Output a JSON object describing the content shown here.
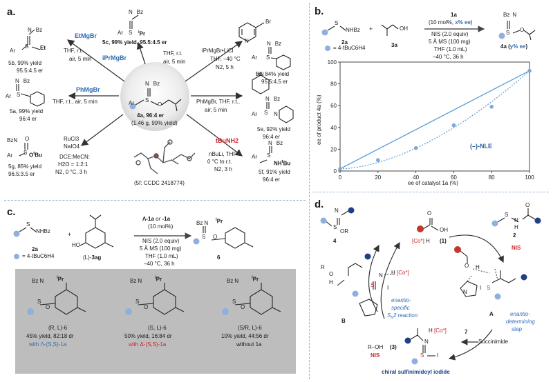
{
  "panels": {
    "a": "a.",
    "b": "b.",
    "c": "c.",
    "d": "d."
  },
  "panel_a": {
    "center_compound": "4a, 96:4 er",
    "center_yield": "(1.46 g, 99% yield)",
    "crystal_label": "(5f: CCDC 2418774)",
    "r5b": {
      "reagent": "EtMgBr",
      "cond1": "THF, r.t.",
      "cond2": "air, 5 min",
      "label": "5b, 99% yield",
      "er": "95.5:4.5 er"
    },
    "r5c": {
      "reagent": "iPrMgBr",
      "cond1": "THF, r.t.",
      "cond2": "air, 5 min",
      "label": "5c, 99% yield, 95.5:4.5 er"
    },
    "r5d": {
      "reagent": "iPrMgBr•LiCl",
      "cond1": "THF, –40 °C",
      "cond2": "N2, 5 h",
      "label": "5d, 84% yield",
      "er": "95.5:4.5 er"
    },
    "r5a": {
      "reagent": "PhMgBr",
      "cond1": "THF, r.t., air, 5 min",
      "label": "5a, 99% yield",
      "er": "96:4 er"
    },
    "r5e": {
      "reagent": "PhMgBr, THF, r.t.,",
      "cond2": "air, 5 min",
      "label": "5e, 92% yield",
      "er": "96:4 er"
    },
    "r5g": {
      "reagent1": "RuCl3",
      "reagent2": "NaIO4",
      "cond1": "DCE:MeCN:",
      "cond2": "H2O = 1:2:1",
      "cond3": "N2, 0 °C, 3 h",
      "label": "5g, 85% yield",
      "er": "96.5:3.5 er"
    },
    "r5f": {
      "reagent": "tBuNH2",
      "cond1": "nBuLi, THF",
      "cond2": "0 °C to r.t.",
      "cond3": "N2, 3 h",
      "label": "5f, 91% yield",
      "er": "96:4 er"
    }
  },
  "panel_b": {
    "sm_label": "2a",
    "sm_legend": "= 4-tBuC6H4",
    "alcohol_label": "3a",
    "cat": "1a",
    "cat_loading": "(10 mol%, x% ee)",
    "cond1": "NIS (2.0 equiv)",
    "cond2": "5 Å MS (100 mg)",
    "cond3": "THF (1.0 mL)",
    "cond4": "–40 °C, 36 h",
    "product": "4a (y% ee)",
    "plot_label": "(–)-NLE"
  },
  "chart_data": {
    "type": "scatter",
    "xlabel": "ee of catalyst 1a (%)",
    "ylabel": "ee of product 4a (%)",
    "xlim": [
      0,
      100
    ],
    "ylim": [
      0,
      100
    ],
    "xticks": [
      0,
      20,
      40,
      60,
      80,
      100
    ],
    "yticks": [
      0,
      20,
      40,
      60,
      80,
      100
    ],
    "grid": false,
    "series": [
      {
        "x": [
          0,
          20,
          40,
          60,
          80,
          100
        ],
        "y": [
          2,
          10,
          21,
          42,
          59,
          92
        ]
      }
    ],
    "linear_reference": {
      "x": [
        0,
        100
      ],
      "y": [
        2,
        92
      ]
    },
    "colors": {
      "points": "#7fa7d8",
      "line": "#5b9bd5",
      "fit": "#5b9bd5"
    }
  },
  "panel_c": {
    "sm_label": "2a",
    "sm_legend": "= 4-tBuC6H4",
    "alcohol_label": "(L)-3ag",
    "cat": "Λ-1a or -1a",
    "cat_loading": "(10 mol%)",
    "cond1": "NIS (2.0 equiv)",
    "cond2": "5 Å MS (100 mg)",
    "cond3": "THF (1.0 mL)",
    "cond4": "–40 °C, 36 h",
    "product": "6",
    "results": [
      {
        "stereo": "(R, L)-6",
        "yield": "45% yield, 82:18 dr",
        "cat": "with Λ-(S,S)-1a"
      },
      {
        "stereo": "(S, L)-6",
        "yield": "50% yield, 16:84 dr",
        "cat": "with Δ-(S,S)-1a"
      },
      {
        "stereo": "(S/R, L)-6",
        "yield": "10% yield, 44:56 dr",
        "cat": "without 1a"
      }
    ]
  },
  "panel_d": {
    "cat_top": "[Co*] H",
    "cat_top_num": "(1)",
    "sm2": "2",
    "nis": "NIS",
    "intA": "A",
    "intB": "B",
    "prod4": "4",
    "or": "OR",
    "step_right": "enantio- determining step",
    "step_right1": "enantio-",
    "step_right2": "determining",
    "step_right3": "step",
    "step_left1": "enantio-",
    "step_left2": "specific",
    "step_left3": "SN2 reaction",
    "succinimide": "Succinimide",
    "int7": "7",
    "co_h_7": "H [Co*]",
    "roh": "R–OH",
    "roh_num": "(3)",
    "nis_bottom": "NIS",
    "iodide": "chiral sulfinimidoyl iodide",
    "coB": "H [Co*]",
    "rO": "R",
    "hO": "H",
    "i_label": "I",
    "s_label": "S"
  }
}
